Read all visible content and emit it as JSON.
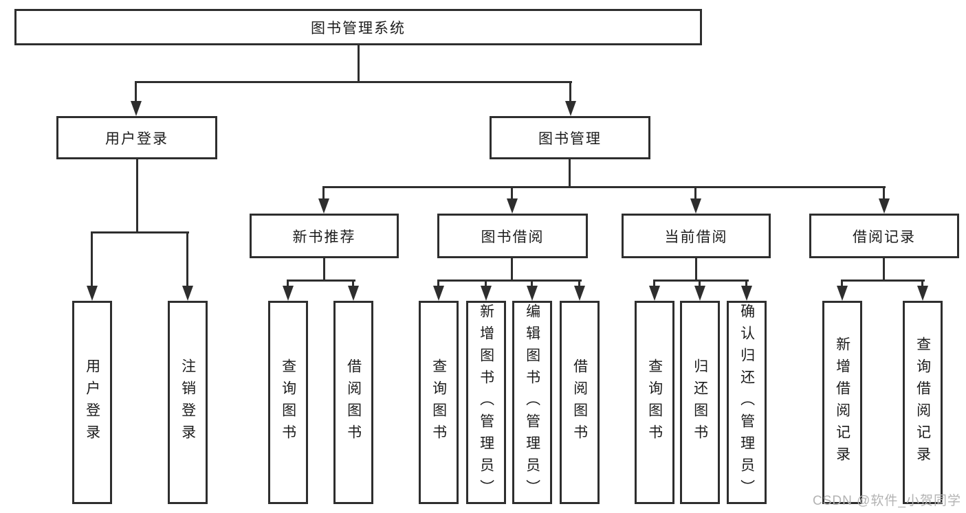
{
  "diagram": {
    "root": {
      "label": "图书管理系统"
    },
    "level1": [
      {
        "label": "用户登录"
      },
      {
        "label": "图书管理"
      }
    ],
    "level2": [
      {
        "label": "新书推荐",
        "parent": "图书管理"
      },
      {
        "label": "图书借阅",
        "parent": "图书管理"
      },
      {
        "label": "当前借阅",
        "parent": "图书管理"
      },
      {
        "label": "借阅记录",
        "parent": "图书管理"
      }
    ],
    "leaves": [
      {
        "label": "用户登录",
        "parent": "用户登录"
      },
      {
        "label": "注销登录",
        "parent": "用户登录"
      },
      {
        "label": "查询图书",
        "parent": "新书推荐"
      },
      {
        "label": "借阅图书",
        "parent": "新书推荐"
      },
      {
        "label": "查询图书",
        "parent": "图书借阅"
      },
      {
        "label": "新增图书（管理员）",
        "parent": "图书借阅"
      },
      {
        "label": "编辑图书（管理员）",
        "parent": "图书借阅"
      },
      {
        "label": "借阅图书",
        "parent": "图书借阅"
      },
      {
        "label": "查询图书",
        "parent": "当前借阅"
      },
      {
        "label": "归还图书",
        "parent": "当前借阅"
      },
      {
        "label": "确认归还（管理员）",
        "parent": "当前借阅"
      },
      {
        "label": "新增借阅记录",
        "parent": "借阅记录"
      },
      {
        "label": "查询借阅记录",
        "parent": "借阅记录"
      }
    ]
  },
  "watermark": {
    "text": "CSDN @软件_小贺同学"
  },
  "colors": {
    "line": "#2e2e2e",
    "text": "#1c1c1c",
    "watermark": "#b3b3b3",
    "background": "#ffffff"
  }
}
